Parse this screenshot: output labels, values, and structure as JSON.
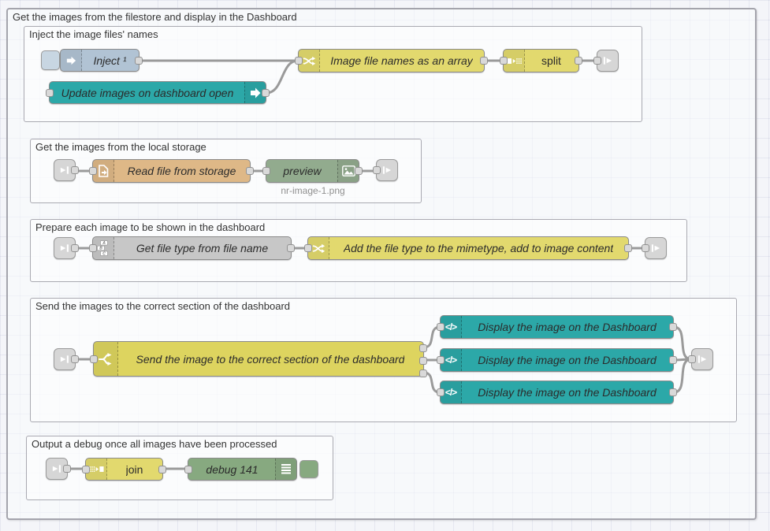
{
  "outer_group": {
    "title": "Get the images from the filestore and display in the Dashboard"
  },
  "groups": {
    "inject": {
      "title": "Inject the image files' names"
    },
    "storage": {
      "title": "Get the images from the local storage"
    },
    "prepare": {
      "title": "Prepare each image to be shown in the dashboard"
    },
    "send": {
      "title": "Send the images to the correct section of the dashboard"
    },
    "output": {
      "title": "Output a debug once all images have been processed"
    }
  },
  "nodes": {
    "inject": {
      "label": "Inject ¹",
      "color": "#b1c3d4"
    },
    "ui_control": {
      "label": "Update images on dashboard open",
      "color": "#2ca8a8"
    },
    "fn_array": {
      "label": "Image file names as an array",
      "color": "#e2d96e"
    },
    "split": {
      "label": "split",
      "color": "#e2d96e"
    },
    "read_file": {
      "label": "Read file from storage",
      "color": "#deb887"
    },
    "preview": {
      "label": "preview",
      "status": "nr-image-1.png",
      "color": "#92ab8e"
    },
    "get_file_type": {
      "label": "Get file type from file name",
      "color": "#c7c7c7"
    },
    "fn_mimetype": {
      "label": "Add the file type to the mimetype, add to image content",
      "color": "#e2d96e"
    },
    "switch_send": {
      "label": "Send the image to the correct section of the dashboard",
      "color": "#ddd45f"
    },
    "display": {
      "label": "Display the image on the Dashboard",
      "color": "#2ca8a8"
    },
    "join": {
      "label": "join",
      "color": "#e2d96e"
    },
    "debug": {
      "label": "debug 141",
      "color": "#87a980"
    }
  },
  "icons": {
    "code_glyph": "</>"
  },
  "colors": {
    "wire": "#9a9a9a",
    "port": "#d9d9d9",
    "canvas": "#f4f5f9",
    "group_border": "#a9a9b1"
  }
}
